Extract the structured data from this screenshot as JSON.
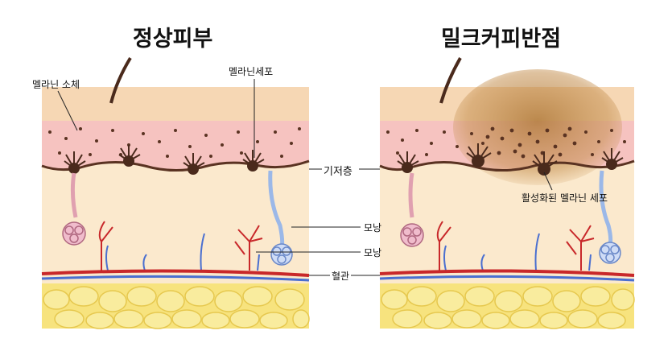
{
  "diagram": {
    "titles": {
      "left": "정상피부",
      "right": "밀크커피반점"
    },
    "labels": {
      "melanosome": "멜라닌 소체",
      "melanocyte": "멜라닌세포",
      "basal_layer": "기저층",
      "activated_melanocyte": "활성화된 멜라닌 세포",
      "follicle_1": "모낭",
      "follicle_2": "모낭",
      "blood_vessel": "혈관"
    },
    "colors": {
      "epidermis_top": "#f6d7b4",
      "epidermis_pink": "#f6c3c0",
      "dermis": "#fbe9cd",
      "fat": "#f7e37e",
      "melanin_dot": "#5a3322",
      "melanocyte": "#4a2a1c",
      "artery": "#c8282a",
      "vein": "#4a6fd0",
      "cafe_au_lait_patch": "#c99a5a"
    }
  }
}
